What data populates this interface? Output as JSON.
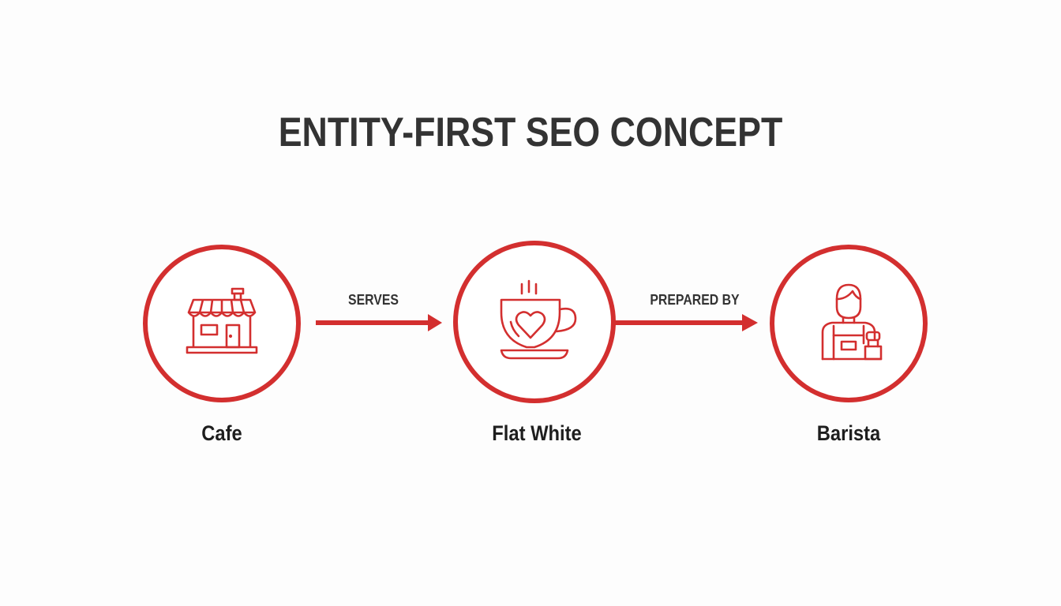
{
  "title": "ENTITY-FIRST SEO CONCEPT",
  "colors": {
    "accent": "#d32f2f",
    "title": "#333333",
    "label": "#1e1e1e",
    "background": "#fdfdfd"
  },
  "nodes": [
    {
      "id": "cafe",
      "label": "Cafe",
      "icon": "storefront-icon"
    },
    {
      "id": "flat-white",
      "label": "Flat White",
      "icon": "coffee-cup-heart-icon"
    },
    {
      "id": "barista",
      "label": "Barista",
      "icon": "barista-icon"
    }
  ],
  "edges": [
    {
      "from": "cafe",
      "to": "flat-white",
      "label": "SERVES"
    },
    {
      "from": "flat-white",
      "to": "barista",
      "label": "PREPARED BY"
    }
  ]
}
